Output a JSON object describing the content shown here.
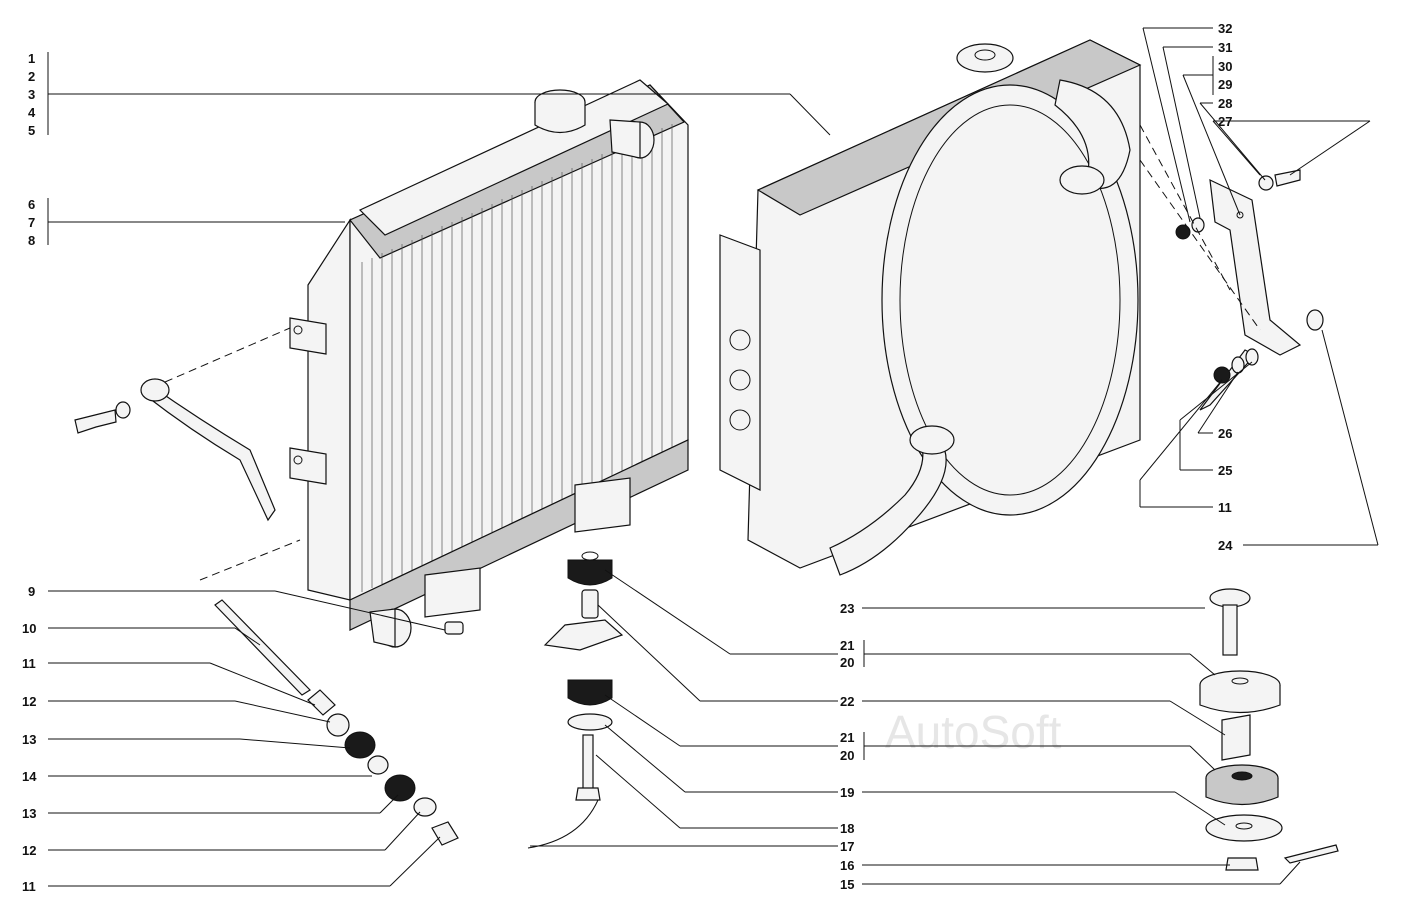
{
  "watermark": "AutoSoft",
  "callouts": {
    "left_group_1": [
      "1",
      "2",
      "3",
      "4",
      "5"
    ],
    "left_group_2": [
      "6",
      "7",
      "8"
    ],
    "left_single": [
      "9",
      "10",
      "11",
      "12",
      "13",
      "14",
      "13",
      "12",
      "11"
    ],
    "top_right": [
      "32",
      "31",
      "30",
      "29",
      "28",
      "27"
    ],
    "right_mid": [
      "26",
      "25",
      "11",
      "24"
    ],
    "mount_pair_a": [
      "21",
      "20"
    ],
    "mount_pair_b": [
      "21",
      "20"
    ],
    "mount_singles": [
      "23",
      "22",
      "19",
      "18",
      "17",
      "16",
      "15"
    ]
  }
}
